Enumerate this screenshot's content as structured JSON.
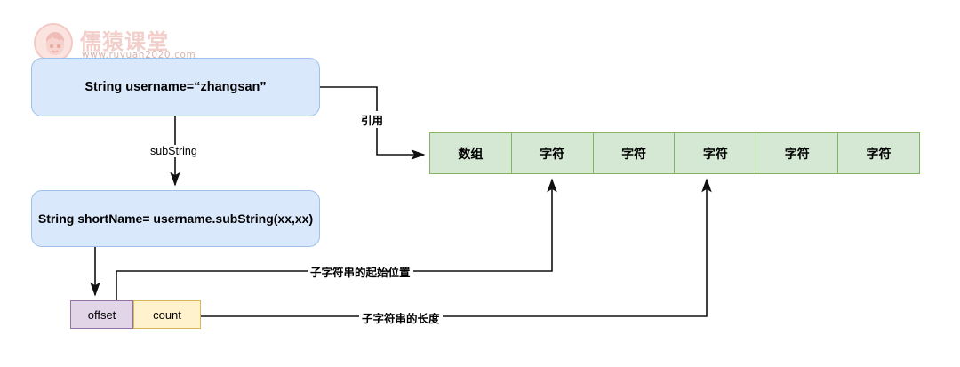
{
  "diagram": {
    "title": "String substring memory reference diagram",
    "watermark": {
      "brand_cn": "儒猿课堂",
      "url": "www.ruyuan2020.com",
      "logo_name": "ruyuan-circle-logo"
    },
    "nodes": {
      "username_box": {
        "label": "String username=“zhangsan”",
        "fill": "#dae8fc",
        "stroke": "#9fc0e8"
      },
      "shortname_box": {
        "label": "String shortName= username.subString(xx,xx)",
        "fill": "#dae8fc",
        "stroke": "#9fc0e8"
      },
      "offset_box": {
        "label": "offset",
        "fill": "#e1d5e7",
        "stroke": "#9673a6"
      },
      "count_box": {
        "label": "count",
        "fill": "#fff2cc",
        "stroke": "#d6b656"
      }
    },
    "array": {
      "fill": "#d5e8d4",
      "stroke": "#82b366",
      "cells": [
        {
          "label": "数组"
        },
        {
          "label": "字符"
        },
        {
          "label": "字符"
        },
        {
          "label": "字符"
        },
        {
          "label": "字符"
        },
        {
          "label": "字符"
        }
      ]
    },
    "edges": {
      "substring_label": "subString",
      "reference_label": "引用",
      "start_pos_label": "子字符串的起始位置",
      "length_label": "子字符串的长度"
    }
  }
}
